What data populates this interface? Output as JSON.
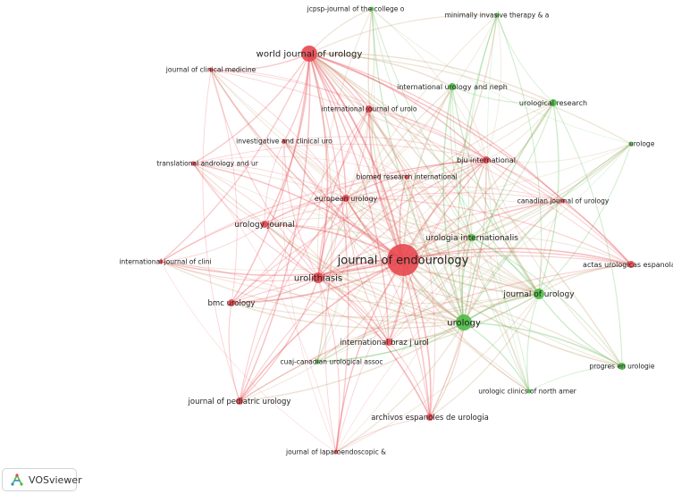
{
  "app": {
    "brand": "VOSviewer"
  },
  "colors": {
    "red_cluster": "#e8474f",
    "green_cluster": "#4cbb47",
    "mixed_edge": "#c8a57a"
  },
  "icons": {
    "brand": "vosviewer-logo-icon"
  },
  "network": {
    "nodes": [
      {
        "id": "jcpsp",
        "label": "jcpsp-journal of the college o",
        "cluster": "green",
        "weight": 1
      },
      {
        "id": "minv",
        "label": "minimally invasive therapy & a",
        "cluster": "green",
        "weight": 1
      },
      {
        "id": "wju",
        "label": "world journal of urology",
        "cluster": "red",
        "weight": 4
      },
      {
        "id": "jcm",
        "label": "journal of clinical medicine",
        "cluster": "red",
        "weight": 1
      },
      {
        "id": "iun",
        "label": "international urology and neph",
        "cluster": "green",
        "weight": 2
      },
      {
        "id": "ures",
        "label": "urological research",
        "cluster": "green",
        "weight": 2
      },
      {
        "id": "iju",
        "label": "international journal of urolo",
        "cluster": "red",
        "weight": 2
      },
      {
        "id": "ice",
        "label": "investigative and clinical uro",
        "cluster": "red",
        "weight": 1
      },
      {
        "id": "bju",
        "label": "bju international",
        "cluster": "red",
        "weight": 2
      },
      {
        "id": "urologe",
        "label": "urologe",
        "cluster": "green",
        "weight": 1
      },
      {
        "id": "tau",
        "label": "translational andrology and ur",
        "cluster": "red",
        "weight": 1
      },
      {
        "id": "bmri",
        "label": "biomed research international",
        "cluster": "red",
        "weight": 1
      },
      {
        "id": "eu",
        "label": "european urology",
        "cluster": "red",
        "weight": 2
      },
      {
        "id": "cju",
        "label": "canadian journal of urology",
        "cluster": "red",
        "weight": 1
      },
      {
        "id": "uj",
        "label": "urology journal",
        "cluster": "red",
        "weight": 2
      },
      {
        "id": "ui",
        "label": "urologia internationalis",
        "cluster": "green",
        "weight": 2
      },
      {
        "id": "ijc",
        "label": "international journal of clini",
        "cluster": "red",
        "weight": 1
      },
      {
        "id": "je",
        "label": "journal of endourology",
        "cluster": "red",
        "weight": 5
      },
      {
        "id": "aue",
        "label": "actas urologicas espanolas",
        "cluster": "red",
        "weight": 2
      },
      {
        "id": "uro",
        "label": "urolithiasis",
        "cluster": "red",
        "weight": 3
      },
      {
        "id": "jou",
        "label": "journal of urology",
        "cluster": "green",
        "weight": 3
      },
      {
        "id": "bmc",
        "label": "bmc urology",
        "cluster": "red",
        "weight": 2
      },
      {
        "id": "urology",
        "label": "urology",
        "cluster": "green",
        "weight": 4
      },
      {
        "id": "ibju",
        "label": "international braz j urol",
        "cluster": "red",
        "weight": 2
      },
      {
        "id": "cuaj",
        "label": "cuaj-canadian urological assoc",
        "cluster": "green",
        "weight": 1
      },
      {
        "id": "pu",
        "label": "progres en urologie",
        "cluster": "green",
        "weight": 2
      },
      {
        "id": "ucna",
        "label": "urologic clinics of north amer",
        "cluster": "green",
        "weight": 1
      },
      {
        "id": "jpu",
        "label": "journal of pediatric urology",
        "cluster": "red",
        "weight": 2
      },
      {
        "id": "aeu",
        "label": "archivos espanoles de urologia",
        "cluster": "red",
        "weight": 2
      },
      {
        "id": "jle",
        "label": "journal of laparoendoscopic &",
        "cluster": "red",
        "weight": 1
      }
    ]
  }
}
